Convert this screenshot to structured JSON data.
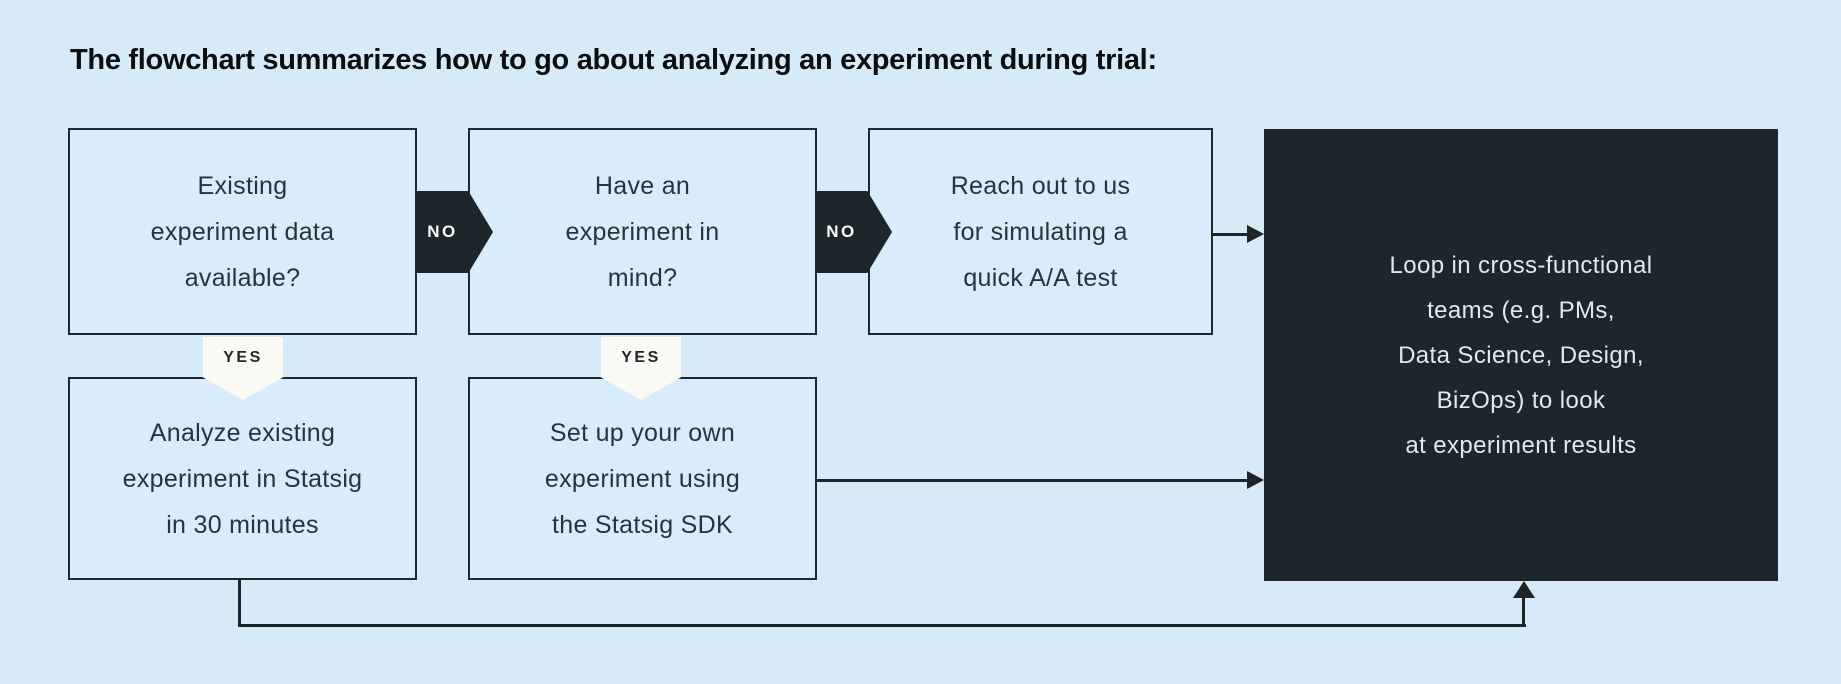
{
  "title": "The flowchart summarizes how to go about analyzing an experiment during trial:",
  "labels": {
    "no": "NO",
    "yes": "YES"
  },
  "boxes": {
    "existing_data": {
      "lines": [
        "Existing",
        "experiment data",
        "available?"
      ]
    },
    "experiment_in_mind": {
      "lines": [
        "Have an",
        "experiment in",
        "mind?"
      ]
    },
    "reach_out": {
      "lines": [
        "Reach out to us",
        "for simulating a",
        "quick A/A test"
      ]
    },
    "analyze_existing": {
      "lines": [
        "Analyze existing",
        "experiment in Statsig",
        "in 30 minutes"
      ]
    },
    "setup_own": {
      "lines": [
        "Set up your own",
        "experiment using",
        "the Statsig SDK"
      ]
    },
    "loop_in_teams": {
      "lines": [
        "Loop in cross-functional",
        "teams (e.g. PMs,",
        "Data Science, Design,",
        "BizOps) to look",
        "at experiment results"
      ]
    }
  },
  "colors": {
    "background": "#d7eaf8",
    "dark": "#1d262b",
    "light_box_fill": "#d9ecfb",
    "light_box_text": "#27343b",
    "dark_box_fill": "#1c262b",
    "dark_box_text": "#dceaf4",
    "yes_badge_fill": "#fbf9f4",
    "title_text": "#0b0e10"
  }
}
